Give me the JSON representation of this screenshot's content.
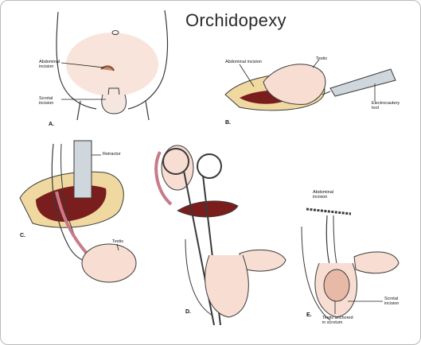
{
  "title": "Orchidopexy",
  "colors": {
    "skin": "#f7ddd2",
    "skin_dark": "#e8b9a6",
    "flesh": "#7a1d1d",
    "fat": "#f0d9a0",
    "outline": "#3a3a3a",
    "instrument": "#cfd6dc"
  },
  "panels": {
    "a": {
      "letter": "A.",
      "abdominal_incision": "Abdominal incision",
      "scrotal_incision": "Scrotal incision"
    },
    "b": {
      "letter": "B.",
      "abdominal_incision": "Abdominal incision",
      "testis": "Testis",
      "electrocautery": "Electrocautery tool"
    },
    "c": {
      "letter": "C.",
      "retractor": "Retractor",
      "testis": "Testis"
    },
    "d": {
      "letter": "D."
    },
    "e": {
      "letter": "E.",
      "abdominal_incision": "Abdominal incision",
      "scrotal_incision": "Scrotal incision",
      "testis_anchored": "Testis anchored in scrotum"
    }
  }
}
